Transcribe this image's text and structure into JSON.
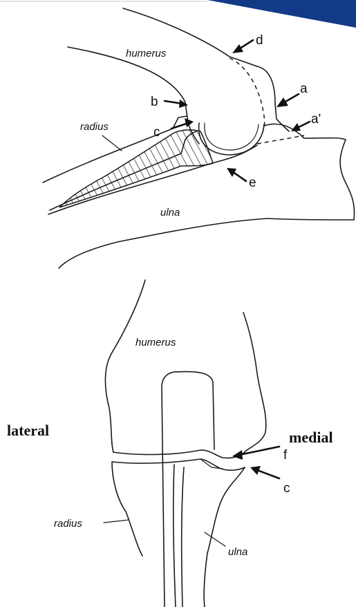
{
  "colors": {
    "banner": "#133a86",
    "ink": "#1a1a1a"
  },
  "top_view": {
    "bones": {
      "humerus": "humerus",
      "radius": "radius",
      "ulna": "ulna"
    },
    "markers": {
      "a": "a",
      "a_prime": "a'",
      "b": "b",
      "c": "c",
      "d": "d",
      "e": "e"
    }
  },
  "bottom_view": {
    "bones": {
      "humerus": "humerus",
      "radius": "radius",
      "ulna": "ulna"
    },
    "sides": {
      "lateral": "lateral",
      "medial": "medial"
    },
    "markers": {
      "f": "f",
      "c": "c"
    }
  }
}
